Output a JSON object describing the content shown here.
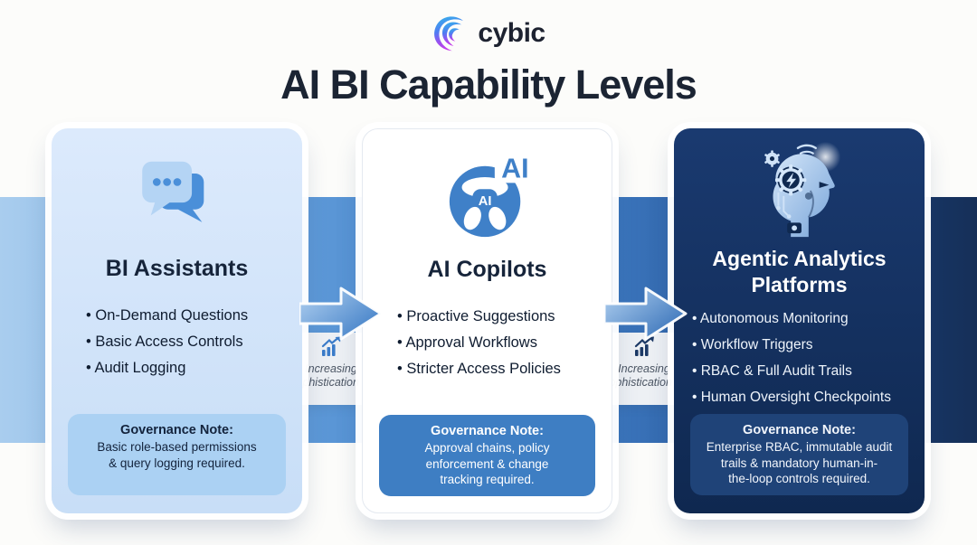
{
  "brand": {
    "name": "cybic"
  },
  "title": "AI BI Capability Levels",
  "connectors": [
    {
      "line1": "Increasing",
      "line2": "Sophistication →"
    },
    {
      "line1": "Increasing",
      "line2": "Sophistication →"
    }
  ],
  "cards": [
    {
      "title": "BI Assistants",
      "icon": "chat-bubbles",
      "bullets": [
        "On-Demand Questions",
        "Basic Access Controls",
        "Audit Logging"
      ],
      "governance": {
        "heading": "Governance Note:",
        "lines": [
          "Basic role-based permissions",
          "& query logging required."
        ]
      }
    },
    {
      "title": "AI Copilots",
      "icon": "ai-steering-wheel",
      "icon_labels": [
        "AI",
        "AI"
      ],
      "bullets": [
        "Proactive Suggestions",
        "Approval Workflows",
        "Stricter Access Policies"
      ],
      "governance": {
        "heading": "Governance Note:",
        "lines": [
          "Approval chains, policy",
          "enforcement & change",
          "tracking required."
        ]
      }
    },
    {
      "title": "Agentic Analytics Platforms",
      "icon": "ai-head-gears",
      "bullets": [
        "Autonomous Monitoring",
        "Workflow Triggers",
        "RBAC & Full Audit Trails",
        "Human Oversight Checkpoints"
      ],
      "governance": {
        "heading": "Governance Note:",
        "lines": [
          "Enterprise RBAC, immutable audit",
          "trails & mandatory human-in-",
          "the-loop controls required."
        ]
      }
    }
  ],
  "colors": {
    "band_left": "#a9cdee",
    "band_mid": "#4486cc",
    "band_right": "#152f58",
    "card1_bg": "#d9e9fb",
    "card1_note_bg": "#abd1f3",
    "card2_bg": "#ffffff",
    "card2_note_bg": "#3e7ec3",
    "card3_bg": "#132f5c",
    "card3_note_bg": "#1f4378",
    "arrow_blue": "#4384cb",
    "title_text": "#1b2433",
    "logo_gradient_start": "#35b6e9",
    "logo_gradient_mid": "#4f7cf2",
    "logo_gradient_end": "#c53ee8"
  }
}
